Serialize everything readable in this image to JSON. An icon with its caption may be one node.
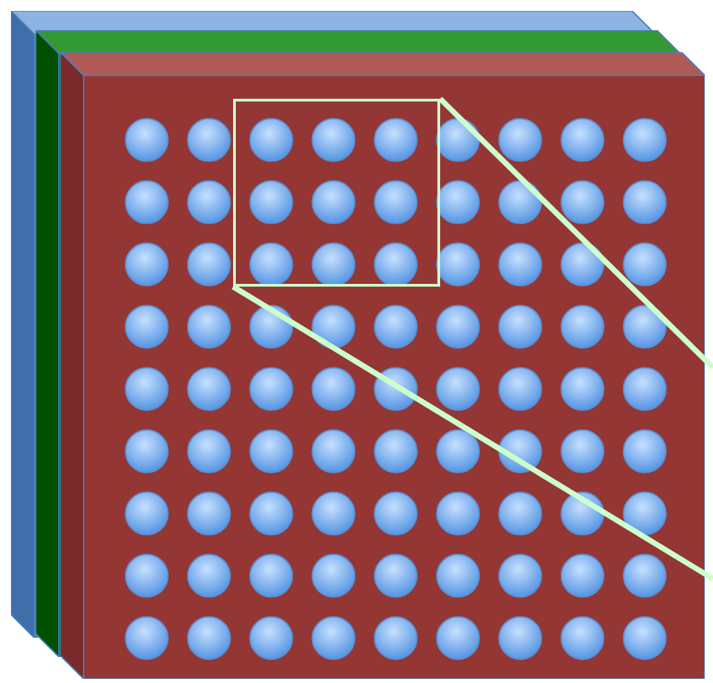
{
  "diagram": {
    "nodes": [
      {
        "text": [],
        "shape": "box"
      },
      {
        "text": [],
        "shape": "box"
      },
      {
        "text": [],
        "shape": "box"
      },
      {
        "text": [],
        "shape": "box",
        "in": 2
      }
    ],
    "edges": [
      {
        "from": 3,
        "to": null,
        "arrow": "none"
      },
      {
        "from": 3,
        "to": null,
        "arrow": "none"
      }
    ]
  }
}
